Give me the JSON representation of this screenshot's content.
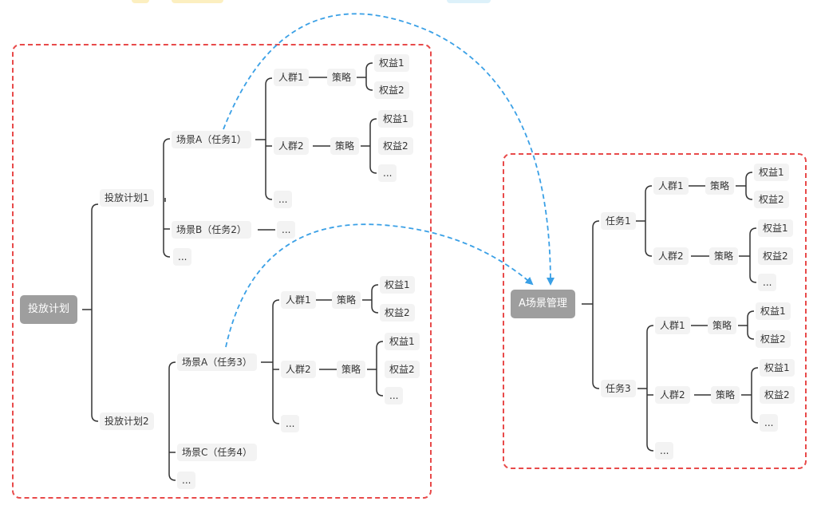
{
  "colors": {
    "group_border": "#e84a4a",
    "arrow": "#3aa0e6",
    "line": "#333333",
    "node_bg": "#f3f3f3",
    "root_bg": "#9e9e9e"
  },
  "left_tree": {
    "root": "投放计划",
    "plan1": "投放计划1",
    "plan2": "投放计划2",
    "p1_sceneA": "场景A（任务1）",
    "p1_sceneB": "场景B（任务2）",
    "p1_more": "...",
    "p1_A_crowd1": "人群1",
    "p1_A_crowd2": "人群2",
    "p1_A_more": "...",
    "p1_A_c1_strategy": "策略",
    "p1_A_c1_r1": "权益1",
    "p1_A_c1_r2": "权益2",
    "p1_A_c2_strategy": "策略",
    "p1_A_c2_r1": "权益1",
    "p1_A_c2_r2": "权益2",
    "p1_A_c2_more": "...",
    "p1_B_more": "...",
    "p2_sceneA": "场景A（任务3）",
    "p2_sceneC": "场景C（任务4）",
    "p2_more": "...",
    "p2_A_crowd1": "人群1",
    "p2_A_crowd2": "人群2",
    "p2_A_more": "...",
    "p2_A_c1_strategy": "策略",
    "p2_A_c1_r1": "权益1",
    "p2_A_c1_r2": "权益2",
    "p2_A_c2_strategy": "策略",
    "p2_A_c2_r1": "权益1",
    "p2_A_c2_r2": "权益2",
    "p2_A_c2_more": "..."
  },
  "right_tree": {
    "root": "A场景管理",
    "task1": "任务1",
    "task3": "任务3",
    "t1_crowd1": "人群1",
    "t1_crowd2": "人群2",
    "t1_c1_strategy": "策略",
    "t1_c1_r1": "权益1",
    "t1_c1_r2": "权益2",
    "t1_c2_strategy": "策略",
    "t1_c2_r1": "权益1",
    "t1_c2_r2": "权益2",
    "t1_c2_more": "...",
    "t3_crowd1": "人群1",
    "t3_crowd2": "人群2",
    "t3_more": "...",
    "t3_c1_strategy": "策略",
    "t3_c1_r1": "权益1",
    "t3_c1_r2": "权益2",
    "t3_c2_strategy": "策略",
    "t3_c2_r1": "权益1",
    "t3_c2_r2": "权益2",
    "t3_c2_more": "..."
  }
}
